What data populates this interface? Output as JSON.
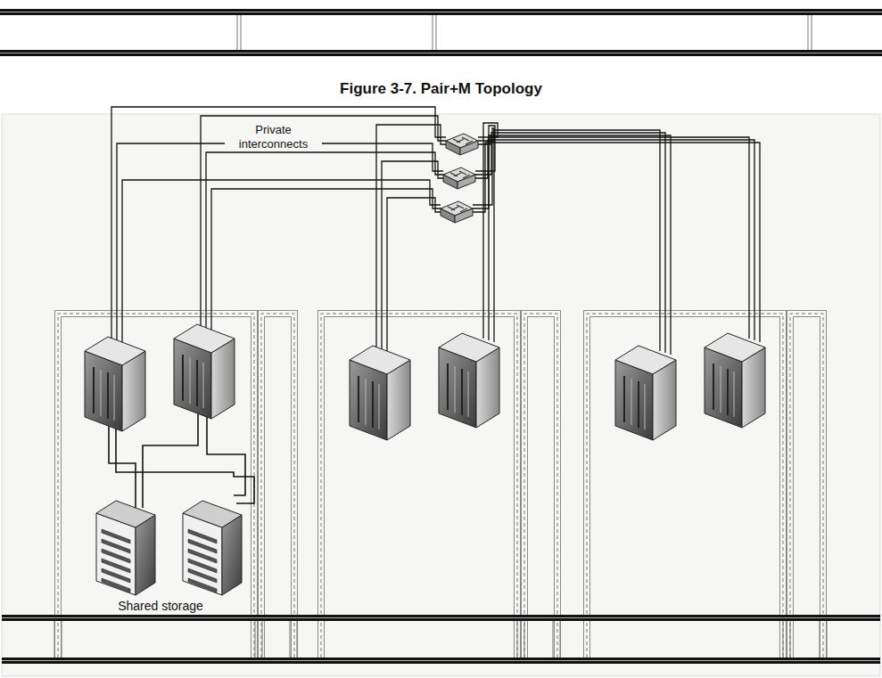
{
  "diagram": {
    "title": "Figure 3-7. Pair+M Topology",
    "labels": [
      "Private interconnects",
      "Shared storage"
    ]
  }
}
